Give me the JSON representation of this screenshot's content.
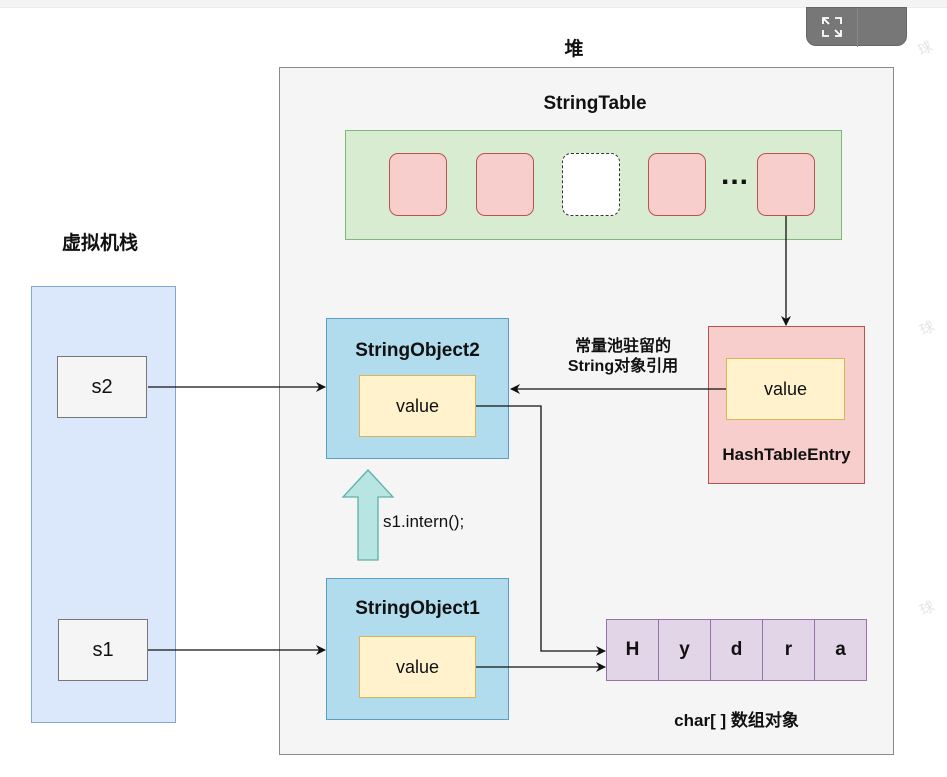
{
  "heap_title": "堆",
  "stack_title": "虚拟机栈",
  "string_table": {
    "title": "StringTable",
    "ellipsis": "..."
  },
  "stack_vars": {
    "s2": "s2",
    "s1": "s1"
  },
  "objects": {
    "obj2": {
      "title": "StringObject2",
      "value": "value"
    },
    "obj1": {
      "title": "StringObject1",
      "value": "value"
    }
  },
  "intern_label": "s1.intern();",
  "hash_entry": {
    "value": "value",
    "title": "HashTableEntry"
  },
  "pool_ref_label": {
    "line1": "常量池驻留的",
    "line2": "String对象引用"
  },
  "char_array": {
    "chars": [
      "H",
      "y",
      "d",
      "r",
      "a"
    ],
    "caption": "char[ ] 数组对象"
  },
  "colors": {
    "stringtable_fill": "#d8ecd1",
    "slot_fill": "#f8cecc",
    "object_fill": "#b1dced",
    "value_fill": "#fff2cc",
    "char_fill": "#e1d5e7",
    "stack_fill": "#dbe8fb",
    "intern_arrow_fill": "#b7e5e1"
  },
  "icons": {
    "fullscreen": "expand-icon"
  }
}
